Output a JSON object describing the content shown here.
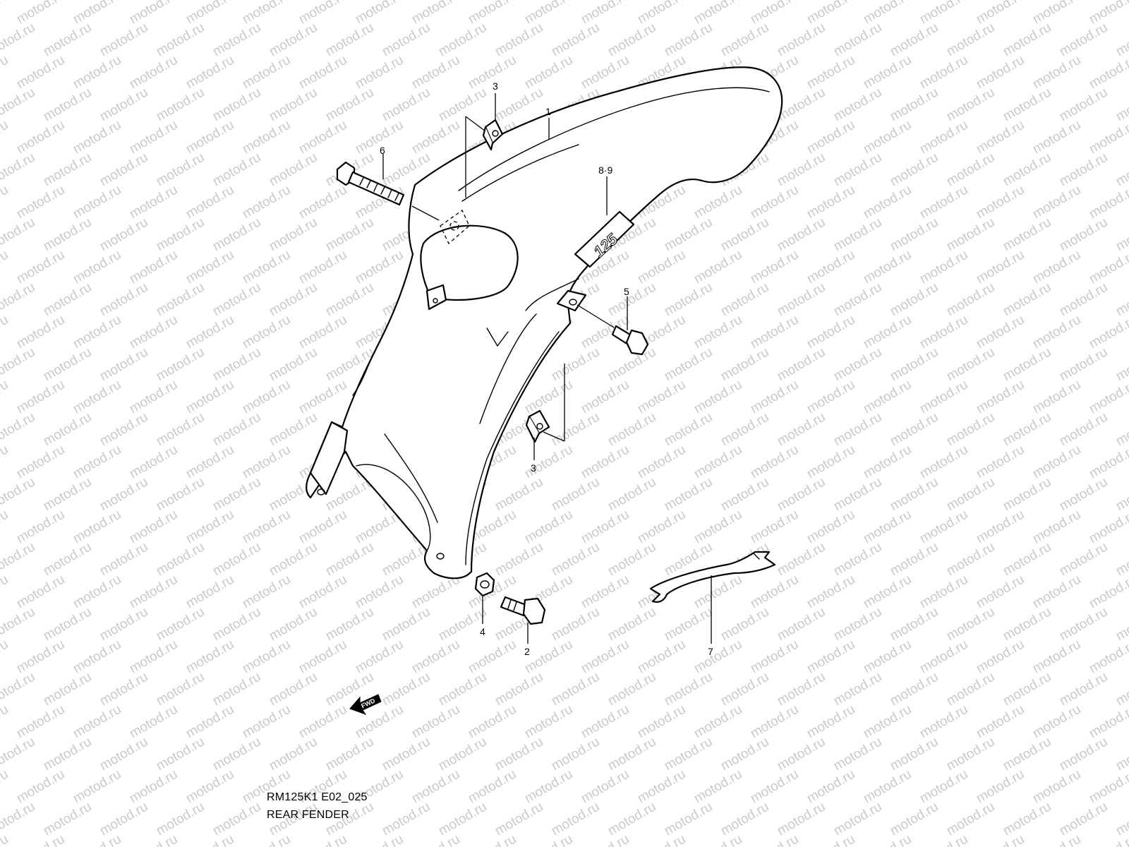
{
  "watermark": "motod.ru",
  "callouts": {
    "c1": "1",
    "c2": "2",
    "c3a": "3",
    "c3b": "3",
    "c4": "4",
    "c5": "5",
    "c6": "6",
    "c7": "7",
    "c89": "8·9"
  },
  "logo_text": "125",
  "fwd_label": "FWD",
  "caption": {
    "code": "RM125K1 E02_025",
    "title": "REAR FENDER"
  },
  "colors": {
    "line": "#000000",
    "background": "#ffffff",
    "watermark": "#c9c9c9"
  }
}
